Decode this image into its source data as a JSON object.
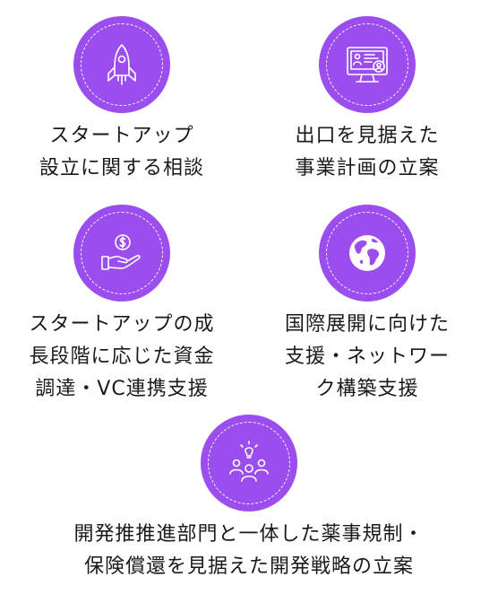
{
  "colors": {
    "badge": "#9c4dee",
    "text": "#1a1a1a",
    "icon": "#ffffff"
  },
  "items": [
    {
      "icon": "rocket-icon",
      "lines": [
        "スタートアップ",
        "設立に関する相談"
      ]
    },
    {
      "icon": "computer-monitor-icon",
      "lines": [
        "出口を見据えた",
        "事業計画の立案"
      ]
    },
    {
      "icon": "money-hand-icon",
      "lines": [
        "スタートアップの成",
        "長段階に応じた資金",
        "調達・VC連携支援"
      ]
    },
    {
      "icon": "globe-icon",
      "lines": [
        "国際展開に向けた",
        "支援・ネットワー",
        "ク構築支援"
      ]
    },
    {
      "icon": "team-idea-icon",
      "lines": [
        "開発推推進部門と一体した薬事規制・",
        "保険償還を見据えた開発戦略の立案"
      ]
    }
  ]
}
